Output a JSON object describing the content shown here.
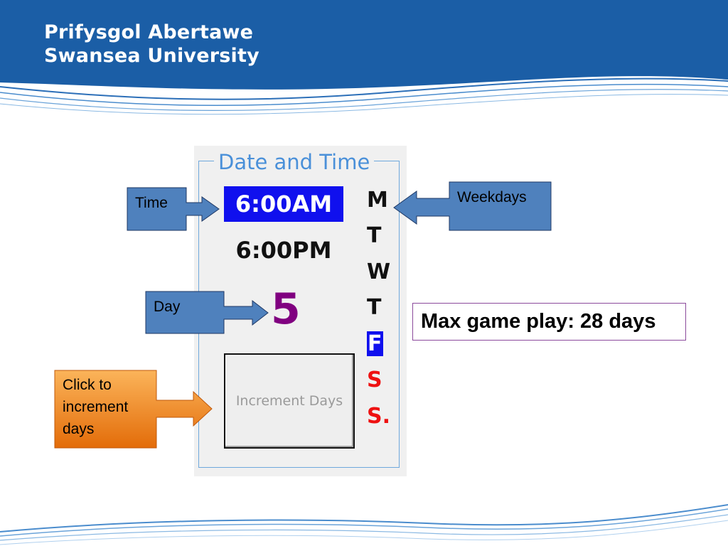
{
  "header": {
    "line1": "Prifysgol Abertawe",
    "line2": "Swansea University",
    "colors": {
      "blue": "#1b5ea6",
      "wave": "#4a8ccd"
    }
  },
  "panel": {
    "legend": "Date and Time",
    "time_selected": "6:00AM",
    "time_other": "6:00PM",
    "day_number": "5",
    "increment_button_label": "Increment Days",
    "weekdays": [
      "M",
      "T",
      "W",
      "T",
      "F",
      "S",
      "S."
    ],
    "selected_weekday_index": 4,
    "colors": {
      "selection": "#1010ee",
      "day_number": "#800080",
      "weekend": "#ee1111"
    }
  },
  "callouts": {
    "time": "Time",
    "day": "Day",
    "weekdays": "Weekdays",
    "click": "Click to increment days",
    "colors": {
      "blue_box": "#4f81bd",
      "orange_box": "#f79646"
    }
  },
  "max_game_play": "Max game play: 28 days"
}
